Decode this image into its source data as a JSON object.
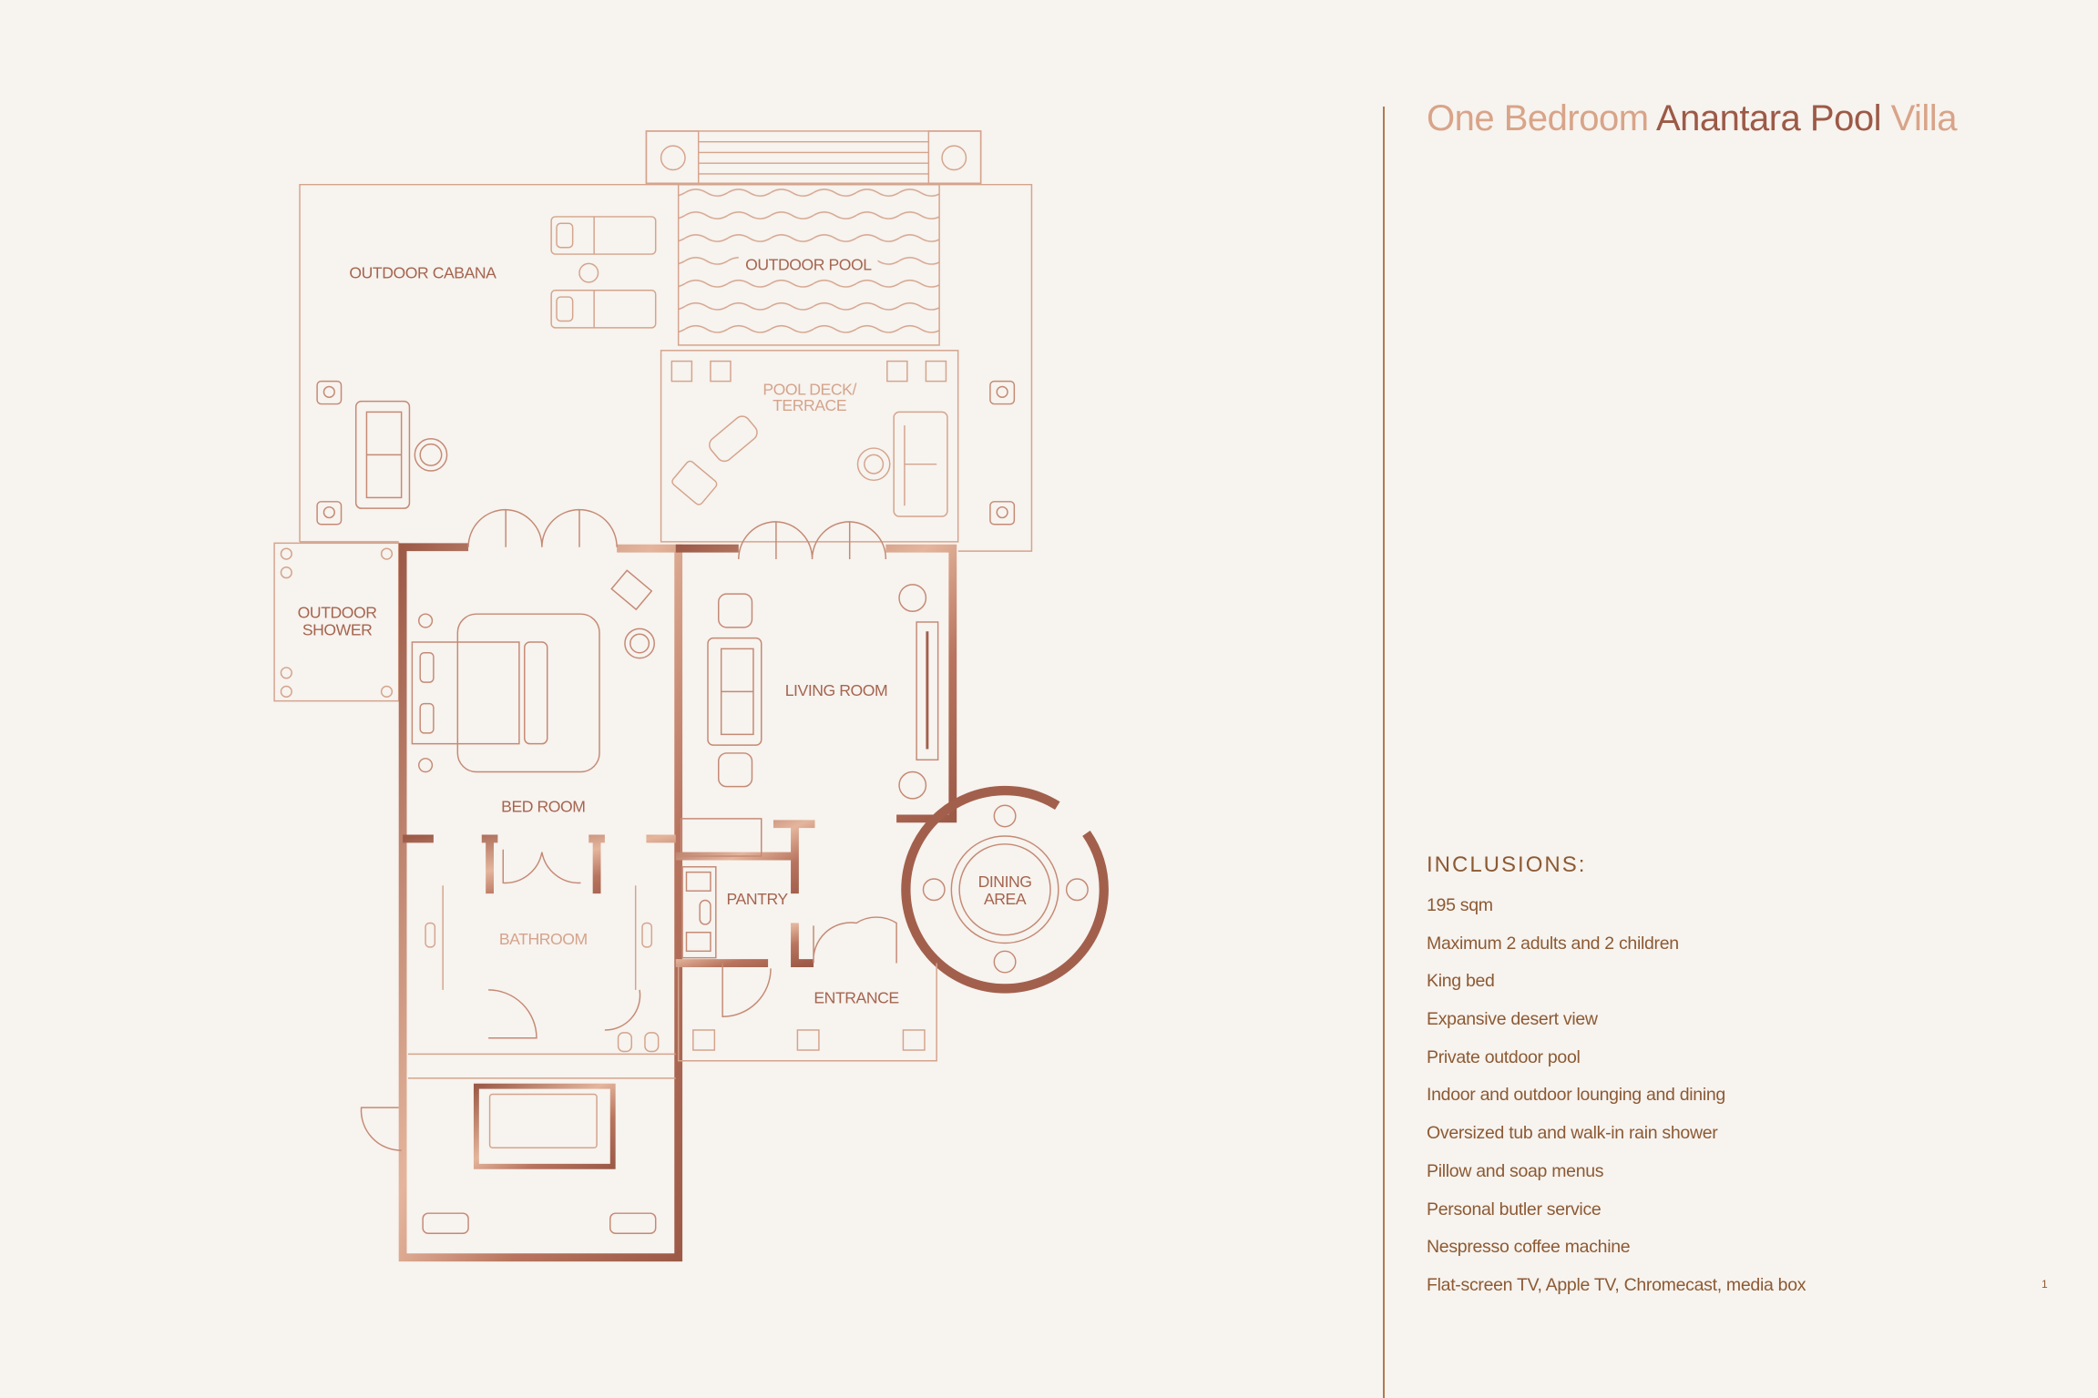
{
  "title": {
    "part1": "One Bedroom",
    "part2": "Anantara Pool",
    "part3": "Villa"
  },
  "inclusions": {
    "heading": "INCLUSIONS:",
    "items": [
      "195 sqm",
      "Maximum 2 adults and 2 children",
      "King bed",
      "Expansive desert view",
      "Private outdoor pool",
      "Indoor and outdoor lounging and dining",
      "Oversized tub and walk-in rain shower",
      "Pillow and soap menus",
      "Personal butler service",
      "Nespresso coffee machine",
      "Flat-screen TV, Apple TV, Chromecast, media box"
    ]
  },
  "page_number": "1",
  "floor_plan": {
    "rooms": {
      "outdoor_cabana": "OUTDOOR CABANA",
      "outdoor_pool": "OUTDOOR POOL",
      "pool_deck_1": "POOL DECK/",
      "pool_deck_2": "TERRACE",
      "outdoor_shower_1": "OUTDOOR",
      "outdoor_shower_2": "SHOWER",
      "living_room": "LIVING ROOM",
      "bed_room": "BED ROOM",
      "pantry": "PANTRY",
      "dining_1": "DINING",
      "dining_2": "AREA",
      "bathroom": "BATHROOM",
      "entrance": "ENTRANCE"
    }
  },
  "colors": {
    "background": "#f7f3ef",
    "text": "#8c5a33",
    "wall_dark": "#9c5a47",
    "wall_light": "#e8b9a0"
  }
}
